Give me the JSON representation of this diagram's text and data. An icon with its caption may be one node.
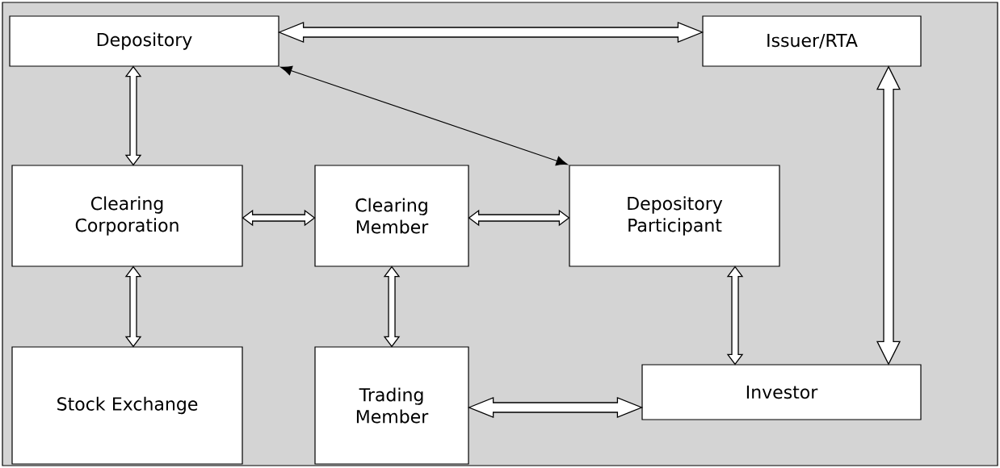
{
  "diagram": {
    "nodes": [
      {
        "text": [
          "Depository"
        ]
      },
      {
        "text": [
          "Issuer/RTA"
        ]
      },
      {
        "text": [
          "Clearing Corporation"
        ]
      },
      {
        "text": [
          "Clearing Member"
        ]
      },
      {
        "text": [
          "Depository Participant"
        ]
      },
      {
        "text": [
          "Stock Exchange"
        ]
      },
      {
        "text": [
          "Trading Member"
        ]
      },
      {
        "text": [
          "Investor"
        ]
      }
    ],
    "edges": [
      {
        "from": 0,
        "to": 1,
        "arrow": "both",
        "style": "thick"
      },
      {
        "from": 0,
        "to": 4,
        "arrow": "both"
      },
      {
        "from": 0,
        "to": 2,
        "arrow": "both",
        "style": "thick"
      },
      {
        "from": 2,
        "to": 3,
        "arrow": "both",
        "style": "thick"
      },
      {
        "from": 3,
        "to": 4,
        "arrow": "both",
        "style": "thick"
      },
      {
        "from": 2,
        "to": 5,
        "arrow": "both",
        "style": "thick"
      },
      {
        "from": 3,
        "to": 6,
        "arrow": "both",
        "style": "thick"
      },
      {
        "from": 4,
        "to": 7,
        "arrow": "both",
        "style": "thick"
      },
      {
        "from": 1,
        "to": 7,
        "arrow": "both",
        "style": "thick"
      },
      {
        "from": 6,
        "to": 7,
        "arrow": "both",
        "style": "thick"
      }
    ]
  }
}
